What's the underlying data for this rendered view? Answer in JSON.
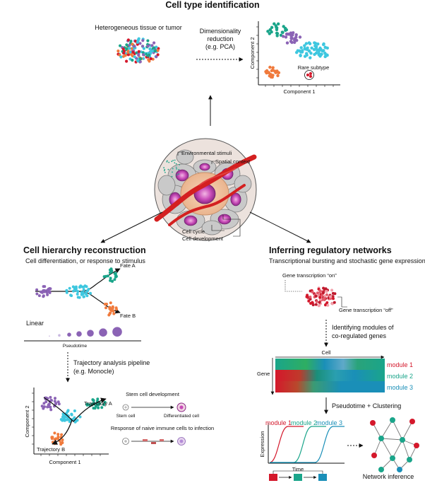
{
  "colors": {
    "teal": "#1aa58a",
    "purple": "#8b63b5",
    "cyan": "#3ec7df",
    "orange": "#f07a3c",
    "red": "#d4182b",
    "module1": "#d4182b",
    "module2": "#1aa58a",
    "module3": "#1a8fb8",
    "cellMembrane": "#8a8a8a",
    "nucleus": "#b03ea6",
    "vessel": "#d42020"
  },
  "top": {
    "title": "Cell type identification",
    "tissue_label": "Heterogeneous tissue or tumor",
    "reduction_line1": "Dimensionality",
    "reduction_line2": "reduction",
    "reduction_line3": "(e.g. PCA)",
    "axis_y": "Component 2",
    "axis_x": "Component 1",
    "rare_label": "Rare subtype"
  },
  "center": {
    "env_stimuli": "Environmental stimuli",
    "spatial_context": "Spatial context",
    "cell_cycle": "Cell cycle",
    "cell_development": "Cell development"
  },
  "left": {
    "title": "Cell hierarchy reconstruction",
    "subtitle": "Cell differentiation, or response to stimulus",
    "fate_a": "Fate A",
    "fate_b": "Fate B",
    "linear": "Linear",
    "pseudotime": "Pseudotime",
    "pipeline_line1": "Trajectory analysis pipeline",
    "pipeline_line2": "(e.g. Monocle)",
    "axis_y": "Component 2",
    "axis_x": "Component 1",
    "trajectory_a": "Trajectory A",
    "trajectory_b": "Trajectory B",
    "stem_dev": "Stem cell development",
    "stem_cell": "Stem cell",
    "differentiated": "Differentiated cell",
    "immune_response": "Response of naive immune cells to infection"
  },
  "right": {
    "title": "Inferring regulatory networks",
    "subtitle": "Transcriptional bursting and stochastic gene expression",
    "tx_on": "Gene transcription “on”",
    "tx_off": "Gene transcription “off”",
    "identify_line1": "Identifying modules of",
    "identify_line2": "co-regulated genes",
    "cell_label": "Cell",
    "gene_label": "Gene",
    "module1": "module 1",
    "module2": "module 2",
    "module3": "module 3",
    "pseudotime_clustering": "Pseudotime + Clustering",
    "expression": "Expression",
    "time": "Time",
    "network_inference": "Network inference"
  }
}
